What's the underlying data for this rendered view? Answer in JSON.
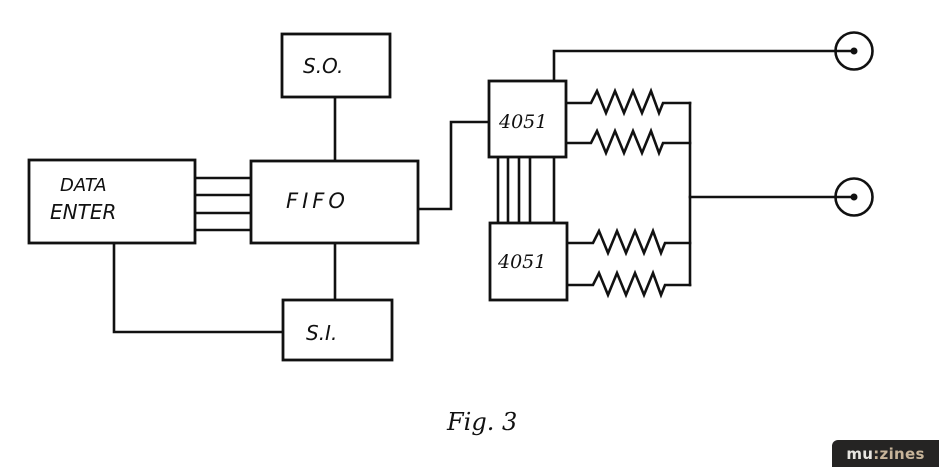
{
  "figure": {
    "caption": "Fig. 3",
    "blocks": {
      "data_enter": {
        "line1": "DATA",
        "line2": "ENTER"
      },
      "fifo": {
        "label": "FIFO"
      },
      "so": {
        "label": "S.O."
      },
      "si": {
        "label": "S.I."
      },
      "mux_upper": {
        "label": "4051"
      },
      "mux_lower": {
        "label": "4051"
      }
    },
    "bus_lines_data_to_fifo": 4,
    "bus_lines_between_mux": 5,
    "resistors_per_mux": 2,
    "output_jacks": 2
  },
  "branding": {
    "prefix": "mu",
    "suffix": ":zines",
    "colors": {
      "background": "#252423",
      "prefix": "#e8e6e1",
      "suffix": "#c8b59a"
    }
  }
}
